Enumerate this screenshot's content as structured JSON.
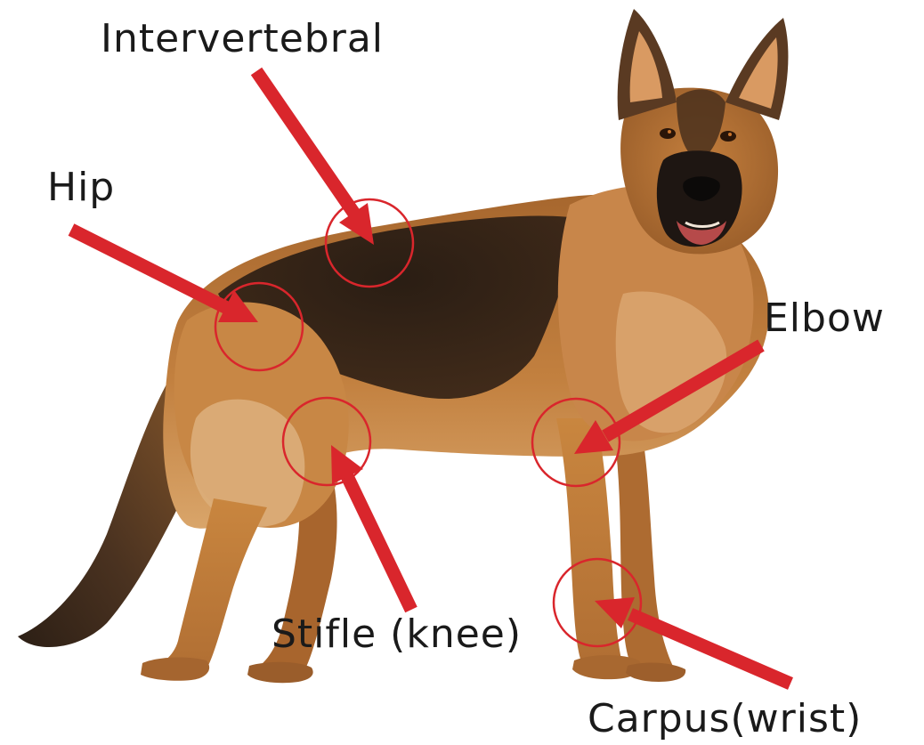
{
  "labels": {
    "intervertebral": "Intervertebral",
    "hip": "Hip",
    "elbow": "Elbow",
    "stifle": "Stifle (knee)",
    "carpus": "Carpus(wrist)"
  },
  "colors": {
    "annotation": "#d9262c",
    "background": "#ffffff",
    "coat_tan": "#b9773c",
    "coat_light": "#d9a66c",
    "coat_dark": "#2a1c12",
    "coat_black": "#161210"
  }
}
